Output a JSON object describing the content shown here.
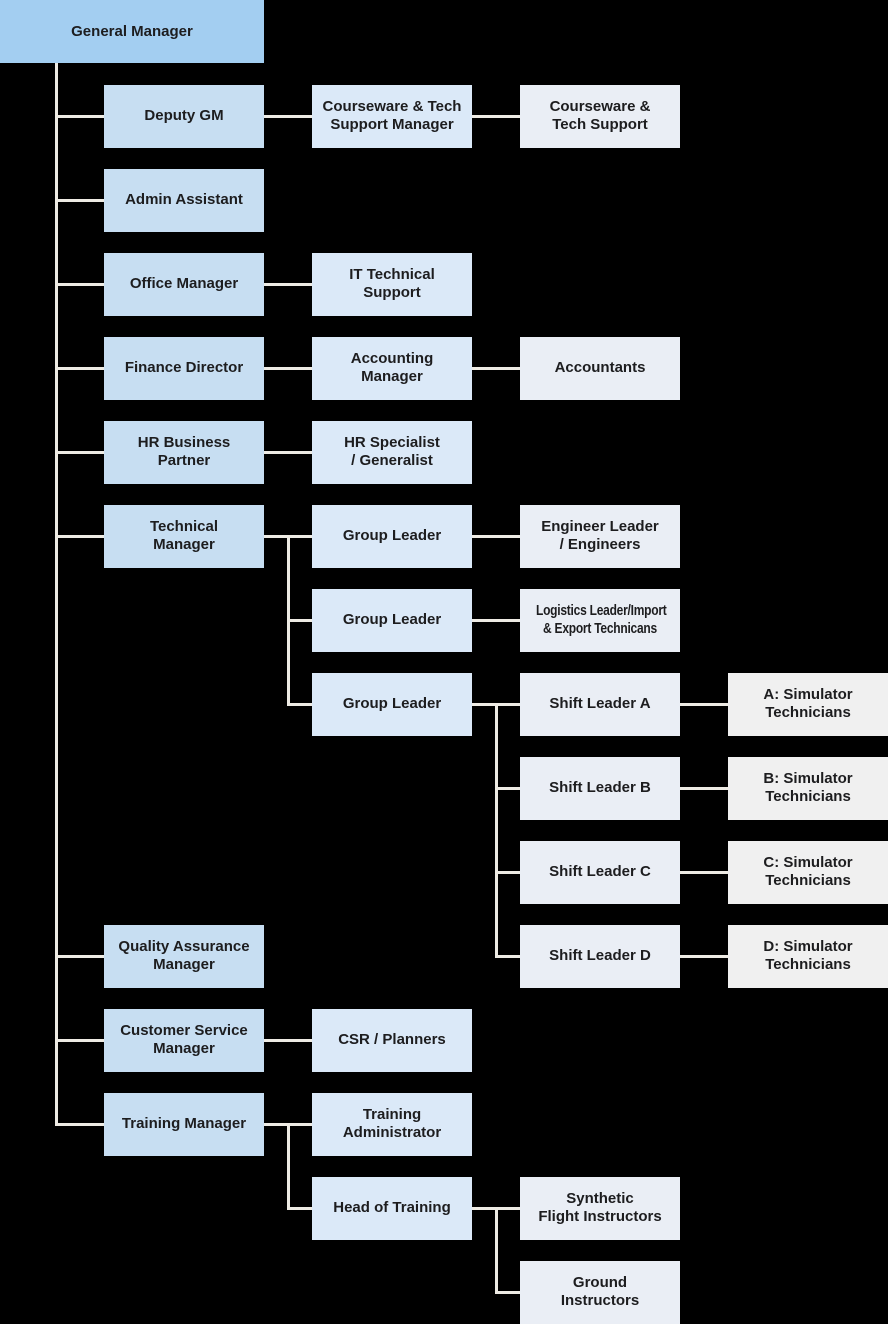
{
  "colors": {
    "background": "#000000",
    "line": "#eeebe4",
    "text": "#1d1d1f",
    "tiers": {
      "1": "#a3cef1",
      "2": "#c7def2",
      "3": "#dbe9f8",
      "4": "#eaeef5",
      "5": "#f0f0f0"
    }
  },
  "nodes": [
    {
      "id": "general-manager",
      "label": "General Manager",
      "tier": "1",
      "col": 0,
      "row": -1
    },
    {
      "id": "deputy-gm",
      "label": "Deputy GM",
      "tier": "2",
      "col": 1,
      "row": 0
    },
    {
      "id": "courseware-tech-support-manager",
      "label": "Courseware & Tech\nSupport Manager",
      "tier": "3",
      "col": 2,
      "row": 0
    },
    {
      "id": "courseware-tech-support",
      "label": "Courseware &\nTech Support",
      "tier": "4",
      "col": 3,
      "row": 0
    },
    {
      "id": "admin-assistant",
      "label": "Admin Assistant",
      "tier": "2",
      "col": 1,
      "row": 1
    },
    {
      "id": "office-manager",
      "label": "Office Manager",
      "tier": "2",
      "col": 1,
      "row": 2
    },
    {
      "id": "it-technical-support",
      "label": "IT Technical\nSupport",
      "tier": "3",
      "col": 2,
      "row": 2
    },
    {
      "id": "finance-director",
      "label": "Finance Director",
      "tier": "2",
      "col": 1,
      "row": 3
    },
    {
      "id": "accounting-manager",
      "label": "Accounting\nManager",
      "tier": "3",
      "col": 2,
      "row": 3
    },
    {
      "id": "accountants",
      "label": "Accountants",
      "tier": "4",
      "col": 3,
      "row": 3
    },
    {
      "id": "hr-business-partner",
      "label": "HR Business\nPartner",
      "tier": "2",
      "col": 1,
      "row": 4
    },
    {
      "id": "hr-specialist-generalist",
      "label": "HR Specialist\n/ Generalist",
      "tier": "3",
      "col": 2,
      "row": 4
    },
    {
      "id": "technical-manager",
      "label": "Technical\nManager",
      "tier": "2",
      "col": 1,
      "row": 5
    },
    {
      "id": "group-leader-1",
      "label": "Group Leader",
      "tier": "3",
      "col": 2,
      "row": 5
    },
    {
      "id": "engineer-leader-engineers",
      "label": "Engineer Leader\n/ Engineers",
      "tier": "4",
      "col": 3,
      "row": 5
    },
    {
      "id": "group-leader-2",
      "label": "Group Leader",
      "tier": "3",
      "col": 2,
      "row": 6
    },
    {
      "id": "logistics-leader-import-export",
      "label": "Logistics Leader/Import\n& Export Technicans",
      "tier": "4",
      "col": 3,
      "row": 6,
      "condensed": true
    },
    {
      "id": "group-leader-3",
      "label": "Group Leader",
      "tier": "3",
      "col": 2,
      "row": 7
    },
    {
      "id": "shift-leader-a",
      "label": "Shift Leader A",
      "tier": "4",
      "col": 3,
      "row": 7
    },
    {
      "id": "simulator-technicians-a",
      "label": "A: Simulator\nTechnicians",
      "tier": "5",
      "col": 4,
      "row": 7
    },
    {
      "id": "shift-leader-b",
      "label": "Shift Leader B",
      "tier": "4",
      "col": 3,
      "row": 8
    },
    {
      "id": "simulator-technicians-b",
      "label": "B: Simulator\nTechnicians",
      "tier": "5",
      "col": 4,
      "row": 8
    },
    {
      "id": "shift-leader-c",
      "label": "Shift Leader C",
      "tier": "4",
      "col": 3,
      "row": 9
    },
    {
      "id": "simulator-technicians-c",
      "label": "C: Simulator\nTechnicians",
      "tier": "5",
      "col": 4,
      "row": 9
    },
    {
      "id": "shift-leader-d",
      "label": "Shift Leader D",
      "tier": "4",
      "col": 3,
      "row": 10
    },
    {
      "id": "simulator-technicians-d",
      "label": "D: Simulator\nTechnicians",
      "tier": "5",
      "col": 4,
      "row": 10
    },
    {
      "id": "quality-assurance-manager",
      "label": "Quality Assurance\nManager",
      "tier": "2",
      "col": 1,
      "row": 10
    },
    {
      "id": "customer-service-manager",
      "label": "Customer Service\nManager",
      "tier": "2",
      "col": 1,
      "row": 11
    },
    {
      "id": "csr-planners",
      "label": "CSR / Planners",
      "tier": "3",
      "col": 2,
      "row": 11
    },
    {
      "id": "training-manager",
      "label": "Training Manager",
      "tier": "2",
      "col": 1,
      "row": 12
    },
    {
      "id": "training-administrator",
      "label": "Training\nAdministrator",
      "tier": "3",
      "col": 2,
      "row": 12
    },
    {
      "id": "head-of-training",
      "label": "Head of Training",
      "tier": "3",
      "col": 2,
      "row": 13
    },
    {
      "id": "synthetic-flight-instructors",
      "label": "Synthetic\nFlight Instructors",
      "tier": "4",
      "col": 3,
      "row": 13
    },
    {
      "id": "ground-instructors",
      "label": "Ground\nInstructors",
      "tier": "4",
      "col": 3,
      "row": 14
    }
  ],
  "edges": [
    {
      "parent": "general-manager",
      "children": [
        "deputy-gm",
        "admin-assistant",
        "office-manager",
        "finance-director",
        "hr-business-partner",
        "technical-manager",
        "quality-assurance-manager",
        "customer-service-manager",
        "training-manager"
      ]
    },
    {
      "parent": "deputy-gm",
      "children": [
        "courseware-tech-support-manager"
      ]
    },
    {
      "parent": "courseware-tech-support-manager",
      "children": [
        "courseware-tech-support"
      ]
    },
    {
      "parent": "office-manager",
      "children": [
        "it-technical-support"
      ]
    },
    {
      "parent": "finance-director",
      "children": [
        "accounting-manager"
      ]
    },
    {
      "parent": "accounting-manager",
      "children": [
        "accountants"
      ]
    },
    {
      "parent": "hr-business-partner",
      "children": [
        "hr-specialist-generalist"
      ]
    },
    {
      "parent": "technical-manager",
      "children": [
        "group-leader-1",
        "group-leader-2",
        "group-leader-3"
      ]
    },
    {
      "parent": "group-leader-1",
      "children": [
        "engineer-leader-engineers"
      ]
    },
    {
      "parent": "group-leader-2",
      "children": [
        "logistics-leader-import-export"
      ]
    },
    {
      "parent": "group-leader-3",
      "children": [
        "shift-leader-a",
        "shift-leader-b",
        "shift-leader-c",
        "shift-leader-d"
      ]
    },
    {
      "parent": "shift-leader-a",
      "children": [
        "simulator-technicians-a"
      ]
    },
    {
      "parent": "shift-leader-b",
      "children": [
        "simulator-technicians-b"
      ]
    },
    {
      "parent": "shift-leader-c",
      "children": [
        "simulator-technicians-c"
      ]
    },
    {
      "parent": "shift-leader-d",
      "children": [
        "simulator-technicians-d"
      ]
    },
    {
      "parent": "customer-service-manager",
      "children": [
        "csr-planners"
      ]
    },
    {
      "parent": "training-manager",
      "children": [
        "training-administrator",
        "head-of-training"
      ]
    },
    {
      "parent": "head-of-training",
      "children": [
        "synthetic-flight-instructors",
        "ground-instructors"
      ]
    }
  ]
}
